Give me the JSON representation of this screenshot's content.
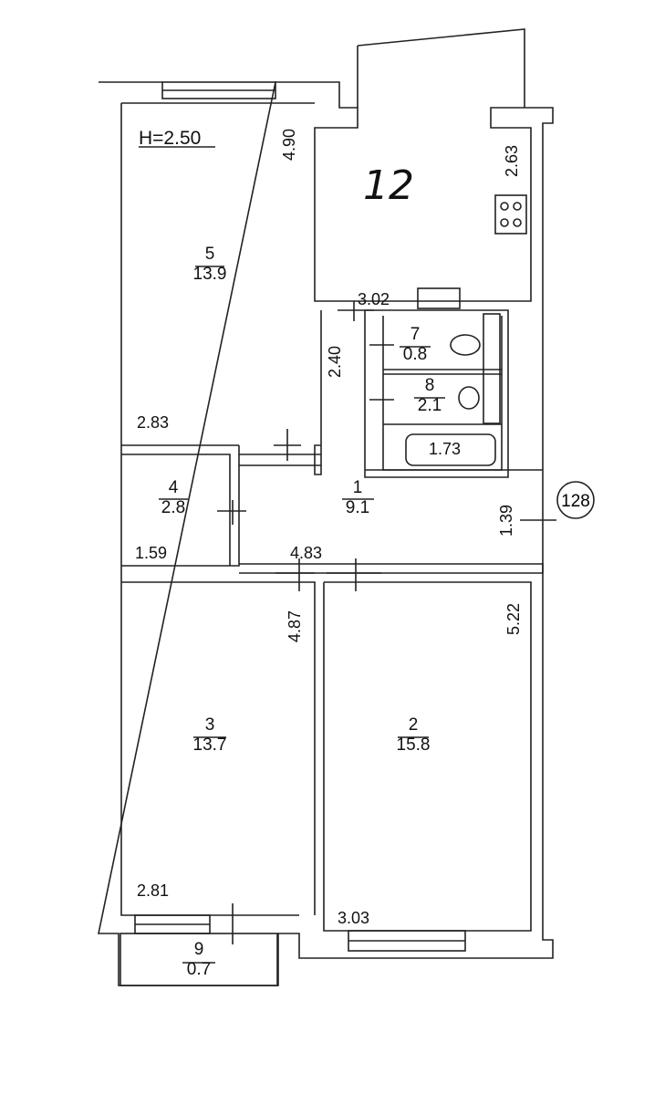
{
  "ceiling_height": "H=2.50",
  "kitchen_label": "12",
  "unit_badge": "128",
  "rooms": [
    {
      "id": "room-1",
      "number": "1",
      "area": "9.1"
    },
    {
      "id": "room-2",
      "number": "2",
      "area": "15.8"
    },
    {
      "id": "room-3",
      "number": "3",
      "area": "13.7"
    },
    {
      "id": "room-4",
      "number": "4",
      "area": "2.8"
    },
    {
      "id": "room-5",
      "number": "5",
      "area": "13.9"
    },
    {
      "id": "room-7",
      "number": "7",
      "area": "0.8"
    },
    {
      "id": "room-8",
      "number": "8",
      "area": "2.1"
    },
    {
      "id": "room-9",
      "number": "9",
      "area": "0.7"
    }
  ],
  "dimensions": {
    "room5_height": "4.90",
    "room5_width": "2.83",
    "kitchen_height": "2.63",
    "kitchen_width": "3.02",
    "hall_vertical": "2.40",
    "bathtub": "1.73",
    "hall_height": "1.39",
    "hall_width": "4.83",
    "room4_width": "1.59",
    "room3_height": "4.87",
    "room3_width": "2.81",
    "room2_height": "5.22",
    "room2_width": "3.03"
  }
}
